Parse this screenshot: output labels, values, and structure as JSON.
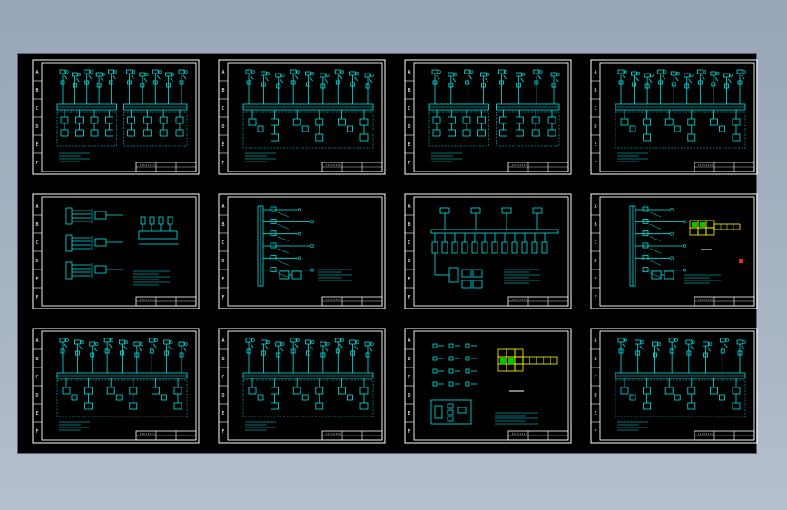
{
  "drawing": {
    "title": "",
    "background": "#000000",
    "colors": {
      "frame": "#ffffff",
      "circuit": "#00e8e8",
      "highlight": "#ffff00",
      "green": "#00c800",
      "red": "#ff1a1a"
    },
    "grid": {
      "rows": 3,
      "cols": 4
    },
    "row_markers": [
      "A",
      "B",
      "C",
      "D",
      "E",
      "F"
    ],
    "sheets": [
      {
        "id": 1,
        "kind": "busbar-dual",
        "feeders": 10
      },
      {
        "id": 2,
        "kind": "busbar-single",
        "feeders": 9
      },
      {
        "id": 3,
        "kind": "busbar-dual",
        "feeders": 8
      },
      {
        "id": 4,
        "kind": "busbar-single",
        "feeders": 10
      },
      {
        "id": 5,
        "kind": "modules",
        "feeders": 3
      },
      {
        "id": 6,
        "kind": "riser",
        "feeders": 6
      },
      {
        "id": 7,
        "kind": "terminals",
        "feeders": 4
      },
      {
        "id": 8,
        "kind": "riser-plan",
        "feeders": 6
      },
      {
        "id": 9,
        "kind": "busbar-single",
        "feeders": 9
      },
      {
        "id": 10,
        "kind": "busbar-single",
        "feeders": 9
      },
      {
        "id": 11,
        "kind": "plan-grid",
        "feeders": 4
      },
      {
        "id": 12,
        "kind": "busbar-single",
        "feeders": 8
      }
    ]
  }
}
